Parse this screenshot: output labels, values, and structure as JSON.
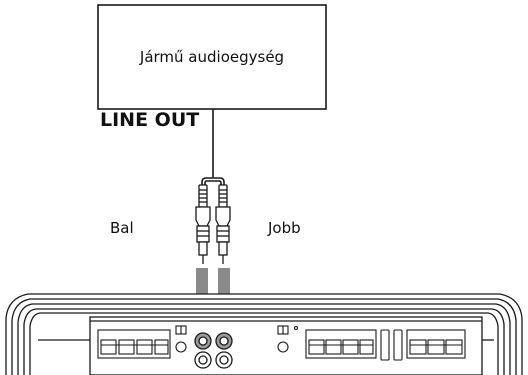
{
  "head_unit": {
    "label": "Jármű audioegység"
  },
  "line_out": {
    "label": "LINE OUT"
  },
  "channels": {
    "left": "Bal",
    "right": "Jobb"
  },
  "colors": {
    "line": "#1a1a1a",
    "arrow": "#8a8a8a",
    "background": "#ffffff"
  },
  "icons": [
    "rca-plug-icon",
    "arrow-down-icon",
    "amplifier-icon",
    "speaker-terminal-icon",
    "rca-jack-icon",
    "switch-icon"
  ]
}
